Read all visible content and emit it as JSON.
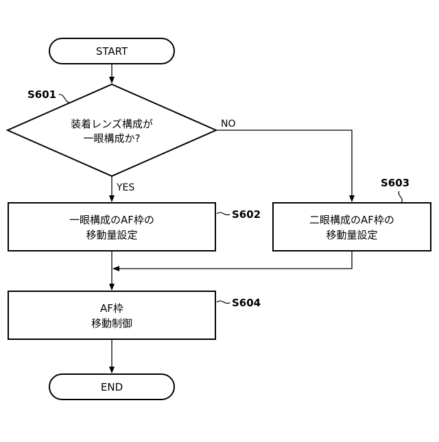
{
  "nodes": {
    "start": {
      "text": "START"
    },
    "s601": {
      "lines": [
        "装着レンズ構成が",
        "一眼構成か?"
      ],
      "step": "S601"
    },
    "s602": {
      "lines": [
        "一眼構成のAF枠の",
        "移動量設定"
      ],
      "step": "S602"
    },
    "s603": {
      "lines": [
        "二眼構成のAF枠の",
        "移動量設定"
      ],
      "step": "S603"
    },
    "s604": {
      "lines": [
        "AF枠",
        "移動制御"
      ],
      "step": "S604"
    },
    "end": {
      "text": "END"
    }
  },
  "edges": {
    "yes_label": "YES",
    "no_label": "NO"
  },
  "colors": {
    "stroke": "#000000",
    "background": "#ffffff"
  }
}
